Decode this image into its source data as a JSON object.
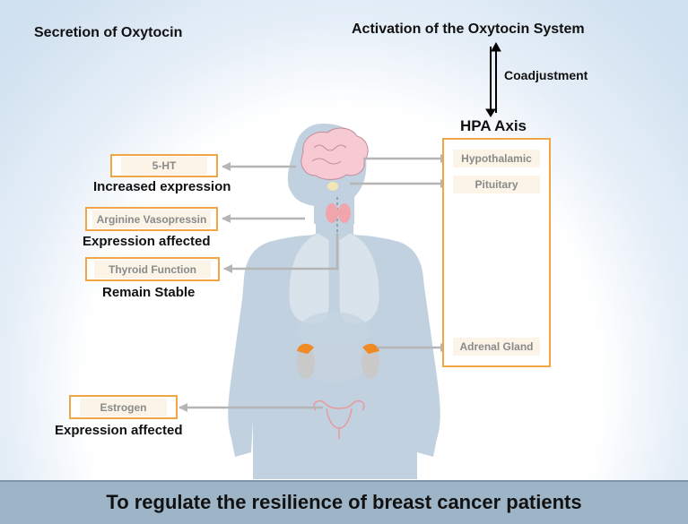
{
  "titles": {
    "secretion": "Secretion of Oxytocin",
    "activation": "Activation of the Oxytocin System",
    "coadjustment": "Coadjustment",
    "hpa_axis": "HPA Axis"
  },
  "hpa_items": {
    "hypothalamic": "Hypothalamic",
    "pituitary": "Pituitary",
    "adrenal_gland": "Adrenal Gland"
  },
  "effects": {
    "serotonin": {
      "label": "5-HT",
      "caption": "Increased expression"
    },
    "vasopressin": {
      "label": "Arginine Vasopressin",
      "caption": "Expression affected"
    },
    "thyroid": {
      "label": "Thyroid Function",
      "caption": "Remain Stable"
    },
    "estrogen": {
      "label": "Estrogen",
      "caption": "Expression affected"
    }
  },
  "footer": "To regulate the resilience of breast cancer patients",
  "colors": {
    "box_border": "#f0a645",
    "chip_bg": "#fbf4e7",
    "arrow": "#b5b5b5",
    "body": "#aec3d6",
    "brain": "#f6c9d3",
    "kidney_cap": "#f08a24",
    "footer_bg": "#9eb5c7"
  }
}
